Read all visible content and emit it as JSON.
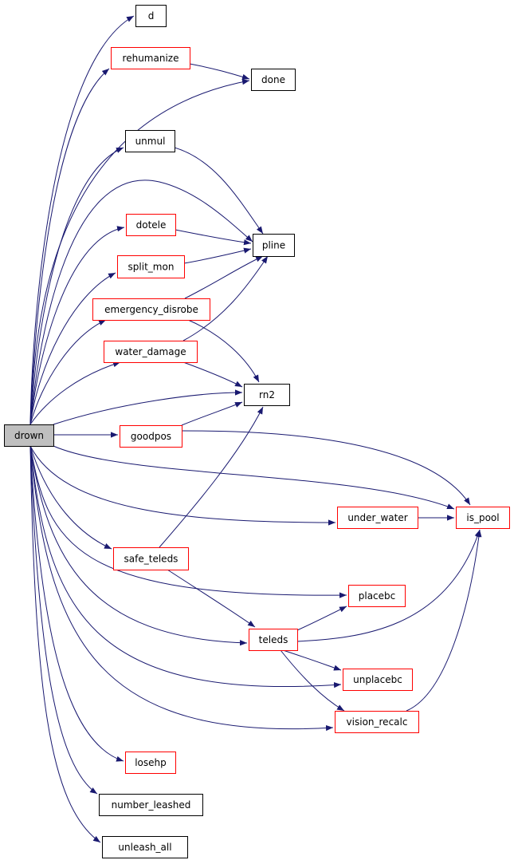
{
  "colors": {
    "edge": "#191970",
    "border_plain": "#000000",
    "border_highlight": "#ff0000",
    "root_fill": "#bfbfbf",
    "node_fill": "#ffffff"
  },
  "nodes": {
    "drown": {
      "label": "drown",
      "style": "root"
    },
    "d": {
      "label": "d",
      "style": "plain"
    },
    "rehumanize": {
      "label": "rehumanize",
      "style": "highlight"
    },
    "done": {
      "label": "done",
      "style": "plain"
    },
    "unmul": {
      "label": "unmul",
      "style": "plain"
    },
    "dotele": {
      "label": "dotele",
      "style": "highlight"
    },
    "pline": {
      "label": "pline",
      "style": "plain"
    },
    "split_mon": {
      "label": "split_mon",
      "style": "highlight"
    },
    "emergency_disrobe": {
      "label": "emergency_disrobe",
      "style": "highlight"
    },
    "water_damage": {
      "label": "water_damage",
      "style": "highlight"
    },
    "rn2": {
      "label": "rn2",
      "style": "plain"
    },
    "goodpos": {
      "label": "goodpos",
      "style": "highlight"
    },
    "is_pool": {
      "label": "is_pool",
      "style": "highlight"
    },
    "under_water": {
      "label": "under_water",
      "style": "highlight"
    },
    "safe_teleds": {
      "label": "safe_teleds",
      "style": "highlight"
    },
    "placebc": {
      "label": "placebc",
      "style": "highlight"
    },
    "teleds": {
      "label": "teleds",
      "style": "highlight"
    },
    "unplacebc": {
      "label": "unplacebc",
      "style": "highlight"
    },
    "vision_recalc": {
      "label": "vision_recalc",
      "style": "highlight"
    },
    "losehp": {
      "label": "losehp",
      "style": "highlight"
    },
    "number_leashed": {
      "label": "number_leashed",
      "style": "plain"
    },
    "unleash_all": {
      "label": "unleash_all",
      "style": "plain"
    }
  },
  "edges": [
    [
      "drown",
      "d"
    ],
    [
      "drown",
      "rehumanize"
    ],
    [
      "drown",
      "done"
    ],
    [
      "drown",
      "unmul"
    ],
    [
      "drown",
      "pline"
    ],
    [
      "drown",
      "dotele"
    ],
    [
      "drown",
      "split_mon"
    ],
    [
      "drown",
      "emergency_disrobe"
    ],
    [
      "drown",
      "water_damage"
    ],
    [
      "drown",
      "rn2"
    ],
    [
      "drown",
      "goodpos"
    ],
    [
      "drown",
      "is_pool"
    ],
    [
      "drown",
      "under_water"
    ],
    [
      "drown",
      "safe_teleds"
    ],
    [
      "drown",
      "placebc"
    ],
    [
      "drown",
      "teleds"
    ],
    [
      "drown",
      "unplacebc"
    ],
    [
      "drown",
      "vision_recalc"
    ],
    [
      "drown",
      "losehp"
    ],
    [
      "drown",
      "number_leashed"
    ],
    [
      "drown",
      "unleash_all"
    ],
    [
      "rehumanize",
      "done"
    ],
    [
      "unmul",
      "pline"
    ],
    [
      "dotele",
      "pline"
    ],
    [
      "split_mon",
      "pline"
    ],
    [
      "emergency_disrobe",
      "pline"
    ],
    [
      "emergency_disrobe",
      "rn2"
    ],
    [
      "water_damage",
      "pline"
    ],
    [
      "water_damage",
      "rn2"
    ],
    [
      "goodpos",
      "rn2"
    ],
    [
      "goodpos",
      "is_pool"
    ],
    [
      "under_water",
      "is_pool"
    ],
    [
      "safe_teleds",
      "rn2"
    ],
    [
      "safe_teleds",
      "teleds"
    ],
    [
      "teleds",
      "placebc"
    ],
    [
      "teleds",
      "is_pool"
    ],
    [
      "teleds",
      "unplacebc"
    ],
    [
      "teleds",
      "vision_recalc"
    ],
    [
      "vision_recalc",
      "is_pool"
    ]
  ]
}
